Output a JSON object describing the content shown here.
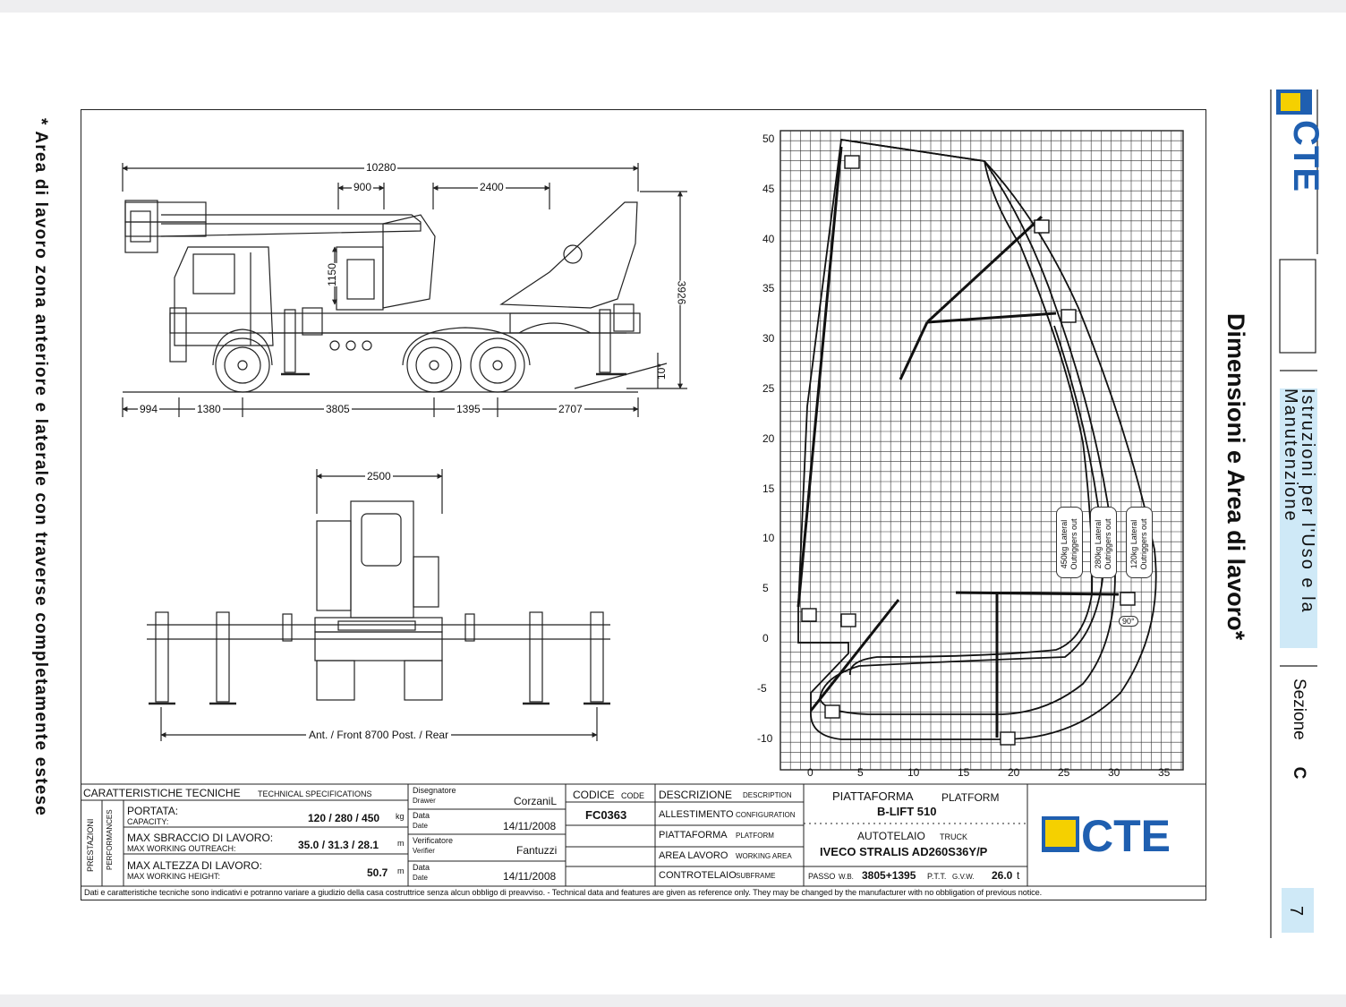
{
  "footnote": "* Area di lavoro zona anteriore e laterale con traverse completamente estese",
  "section_title": "Dimensioni e Area di lavoro*",
  "manual_title": "Istruzioni per l'Uso e la Manutenzione",
  "section_label": "Sezione",
  "section_letter": "C",
  "page_number": "7",
  "brand": "CTE",
  "side_view_dims": {
    "overall_length": "10280",
    "d900": "900",
    "d2400": "2400",
    "height": "3926",
    "d1150": "1150",
    "angle": "10°",
    "d994": "994",
    "d1380": "1380",
    "d3805": "3805",
    "d1395": "1395",
    "d2707": "2707"
  },
  "rear_view_dims": {
    "width": "2500",
    "outriggers": "Ant. / Front 8700 Post. / Rear"
  },
  "work_area": {
    "y_ticks": [
      "50",
      "45",
      "40",
      "35",
      "30",
      "25",
      "20",
      "15",
      "10",
      "5",
      "0",
      "-5",
      "-10"
    ],
    "x_ticks": [
      "0",
      "5",
      "10",
      "15",
      "20",
      "25",
      "30",
      "35"
    ],
    "labels": [
      {
        "line1": "450kg Lateral",
        "line2": "Outriggers out"
      },
      {
        "line1": "280kg Lateral",
        "line2": "Outriggers out"
      },
      {
        "line1": "120kg Lateral",
        "line2": "Outriggers out"
      }
    ],
    "angle_label": "90°"
  },
  "title_block": {
    "spec_header": "CARATTERISTICHE TECNICHE",
    "spec_header_en": "TECHNICAL SPECIFICATIONS",
    "perf_label": "PRESTAZIONI",
    "perf_label_en": "PERFORMANCES",
    "capacity_label": "PORTATA:",
    "capacity_label_en": "CAPACITY:",
    "capacity_value": "120 / 280 / 450",
    "capacity_unit": "kg",
    "outreach_label": "MAX SBRACCIO DI LAVORO:",
    "outreach_label_en": "MAX WORKING OUTREACH:",
    "outreach_value": "35.0 / 31.3 / 28.1",
    "outreach_unit": "m",
    "height_label": "MAX ALTEZZA DI LAVORO:",
    "height_label_en": "MAX WORKING HEIGHT:",
    "height_value": "50.7",
    "height_unit": "m",
    "drawer_label": "Disegnatore",
    "drawer_label_en": "Drawer",
    "drawer_value": "CorzaniL",
    "date_label": "Data",
    "date_label_en": "Date",
    "date1": "14/11/2008",
    "verifier_label": "Verificatore",
    "verifier_label_en": "Verifier",
    "verifier_value": "Fantuzzi",
    "date2": "14/11/2008",
    "code_label": "CODICE",
    "code_label_en": "CODE",
    "code_value": "FC0363",
    "desc_label": "DESCRIZIONE",
    "desc_label_en": "DESCRIPTION",
    "config_label": "ALLESTIMENTO",
    "config_label_en": "CONFIGURATION",
    "platform_row_label": "PIATTAFORMA",
    "platform_row_label_en": "PLATFORM",
    "workarea_label": "AREA LAVORO",
    "workarea_label_en": "WORKING AREA",
    "subframe_label": "CONTROTELAIO",
    "subframe_label_en": "SUBFRAME",
    "platform_header": "PIATTAFORMA",
    "platform_header_en": "PLATFORM",
    "platform_model": "B-LIFT 510",
    "truck_header": "AUTOTELAIO",
    "truck_header_en": "TRUCK",
    "truck_model": "IVECO STRALIS AD260S36Y/P",
    "wb_label": "PASSO",
    "wb_label_en": "W.B.",
    "wb_value": "3805+1395",
    "gvw_label": "P.T.T.",
    "gvw_label_en": "G.V.W.",
    "gvw_value": "26.0",
    "gvw_unit": "t",
    "disclaimer": "Dati e caratteristiche tecniche sono indicativi e potranno variare a giudizio della casa costruttrice senza alcun obbligo di preavviso. - Technical data and features are given as reference only. They may be changed by the manufacturer with no obbligation of previous notice."
  },
  "colors": {
    "accent_blue": "#1f5fb0",
    "light_blue": "#cfe9f7",
    "logo_yellow": "#f5d000"
  }
}
